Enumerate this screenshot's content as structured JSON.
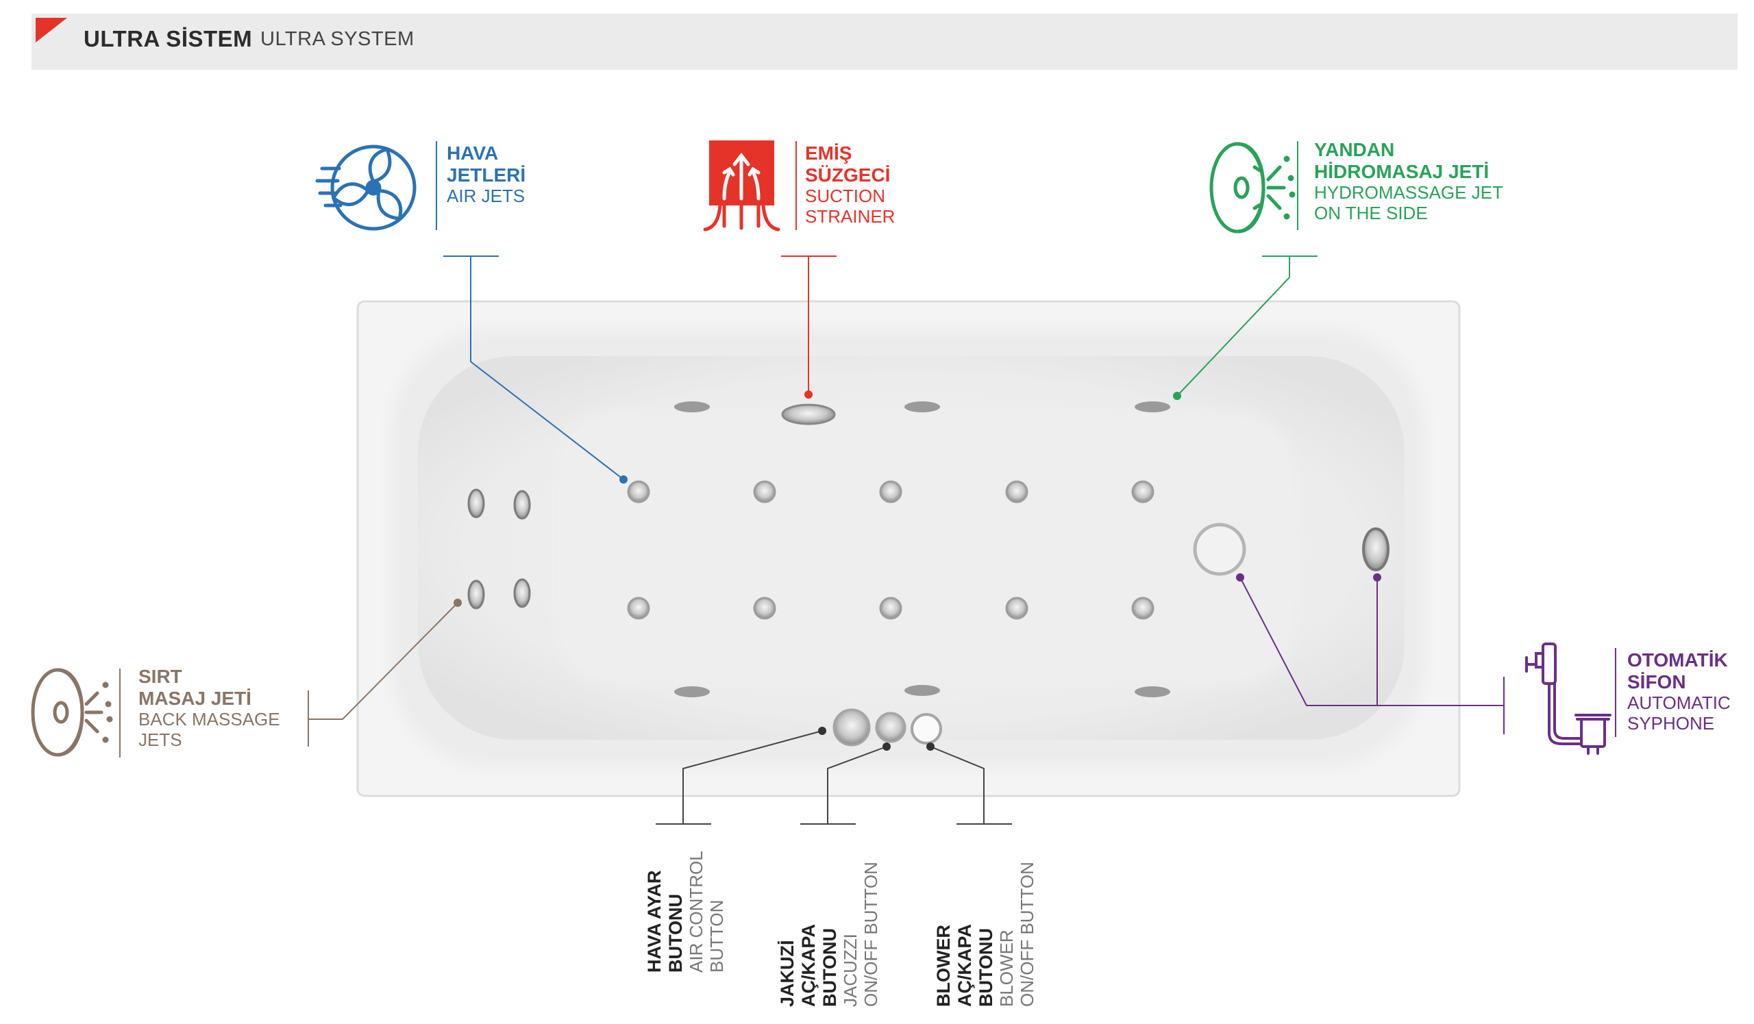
{
  "header": {
    "title": "ULTRA SİSTEM",
    "subtitle": "ULTRA SYSTEM",
    "accent_color": "#e63329"
  },
  "callouts": {
    "air_jets": {
      "tr": [
        "HAVA",
        "JETLERİ"
      ],
      "en": [
        "AIR JETS"
      ],
      "color": "#2a72b5",
      "icon": "fan-icon"
    },
    "suction_strainer": {
      "tr": [
        "EMİŞ",
        "SÜZGECİ"
      ],
      "en": [
        "SUCTION",
        "STRAINER"
      ],
      "color": "#e63329",
      "icon": "suction-arrows-icon"
    },
    "side_jet": {
      "tr": [
        "YANDAN",
        "HİDROMASAJ JETİ"
      ],
      "en": [
        "HYDROMASSAGE JET",
        "ON THE SIDE"
      ],
      "color": "#27a359",
      "icon": "side-jet-icon"
    },
    "back_jets": {
      "tr": [
        "SIRT",
        "MASAJ JETİ"
      ],
      "en": [
        "BACK MASSAGE",
        "JETS"
      ],
      "color": "#8a7565",
      "icon": "back-jet-icon"
    },
    "syphone": {
      "tr": [
        "OTOMATİK",
        "SİFON"
      ],
      "en": [
        "AUTOMATIC",
        "SYPHONE"
      ],
      "color": "#6b2e85",
      "icon": "syphone-icon"
    }
  },
  "buttons": {
    "air_control": {
      "tr": [
        "HAVA AYAR",
        "BUTONU"
      ],
      "en": [
        "AIR CONTROL",
        "BUTTON"
      ]
    },
    "jacuzzi": {
      "tr": [
        "JAKUZİ",
        "AÇ/KAPA",
        "BUTONU"
      ],
      "en": [
        "JACUZZI",
        "ON/OFF BUTTON"
      ]
    },
    "blower": {
      "tr": [
        "BLOWER",
        "AÇ/KAPA",
        "BUTONU"
      ],
      "en": [
        "BLOWER",
        "ON/OFF BUTTON"
      ]
    }
  }
}
